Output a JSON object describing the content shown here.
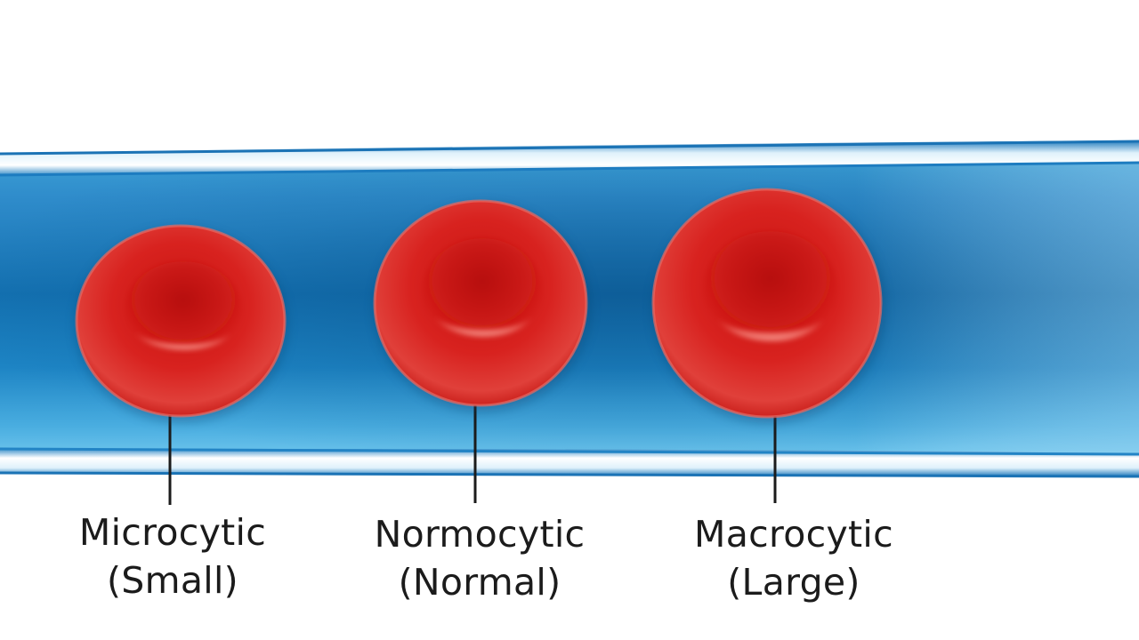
{
  "colors": {
    "vessel_light": "#4fb4e3",
    "vessel_dark": "#0d5f98",
    "vessel_wall": "#1f7fc0",
    "cell_red": "#d3201d",
    "cell_dark": "#b3140f",
    "pointer_line": "#1b1b1b"
  },
  "cells": [
    {
      "name": "Microcytic",
      "descriptor": "(Small)"
    },
    {
      "name": "Normocytic",
      "descriptor": "(Normal)"
    },
    {
      "name": "Macrocytic",
      "descriptor": "(Large)"
    }
  ]
}
